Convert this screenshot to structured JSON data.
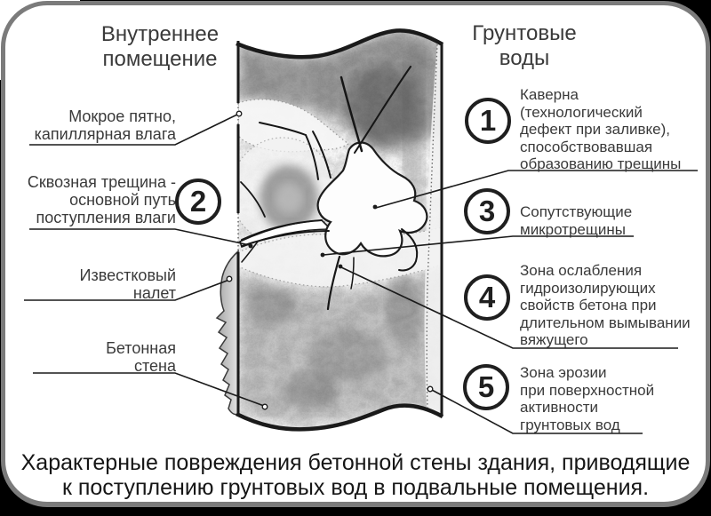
{
  "titles": {
    "left": "Внутреннее\nпомещение",
    "right": "Грунтовые\nводы"
  },
  "left_labels": {
    "wet_spot": {
      "text": "Мокрое пятно,\nкапиллярная влага"
    },
    "through_crack": {
      "number": "2",
      "text": "Сквозная трещина -\nосновной путь\nпоступления влаги"
    },
    "lime_deposit": {
      "text": "Известковый\nналет"
    },
    "concrete_wall": {
      "text": "Бетонная\nстена"
    }
  },
  "right_labels": {
    "cavern": {
      "number": "1",
      "text": "Каверна\n(технологический\nдефект при заливке),\nспособствовавшая\nобразованию трещины"
    },
    "microcracks": {
      "number": "3",
      "text": "Сопутствующие\nмикротрещины"
    },
    "weakening_zone": {
      "number": "4",
      "text": "Зона ослабления\nгидроизолирующих\nсвойств бетона при\nдлительном вымывании\nвяжущего"
    },
    "erosion_zone": {
      "number": "5",
      "text": "Зона эрозии\nпри поверхностной\nактивности\nгрунтовых вод"
    }
  },
  "caption": "Характерные повреждения бетонной стены здания, приводящие\nк поступлению грунтовых вод в подвальные помещения.",
  "colors": {
    "frame_border": "#7b7b7b",
    "outside_background": "#000000",
    "label_text": "#3a3a3a",
    "line_ink": "#1a1a1a"
  }
}
